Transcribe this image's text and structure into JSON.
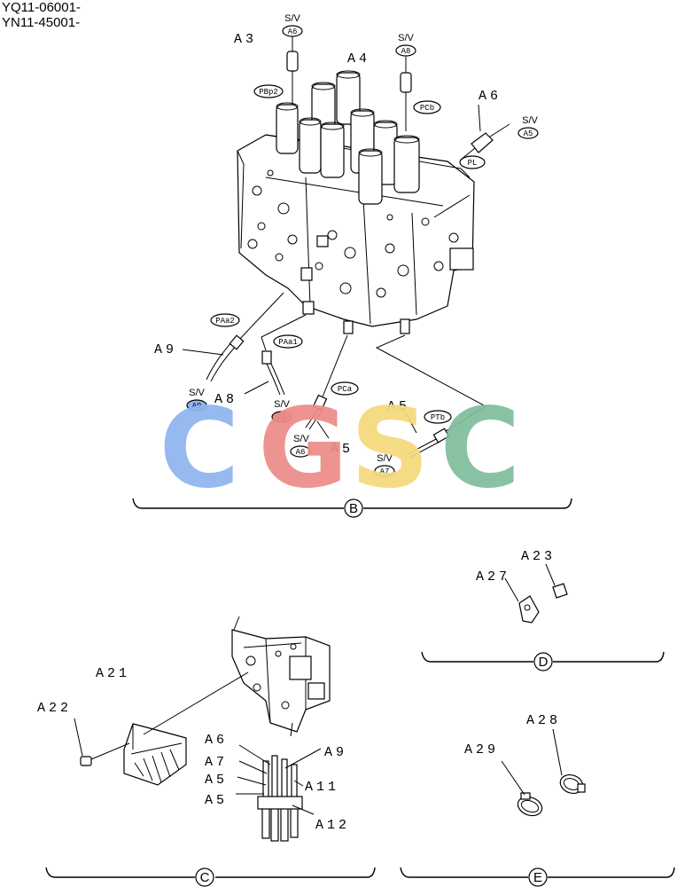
{
  "serials": [
    "YQ11-06001-",
    "YN11-45001-"
  ],
  "labels": {
    "a3": "A3",
    "a4": "A4",
    "a6": "A6",
    "a9": "A9",
    "a8": "A8",
    "a5_left": "A5",
    "a5_right": "A5",
    "a21": "A21",
    "a22": "A22",
    "a23": "A23",
    "a27": "A27",
    "a28": "A28",
    "a29": "A29",
    "c_a6": "A6",
    "c_a7": "A7",
    "c_a5a": "A5",
    "c_a5b": "A5",
    "c_a9": "A9",
    "c_a11": "A11",
    "c_a12": "A12"
  },
  "ports": {
    "pbp2": "PBp2",
    "pcb": "PCb",
    "pl": "PL",
    "paa2": "PAa2",
    "paa1": "PAa1",
    "pca": "PCa",
    "ptb": "PTb"
  },
  "sv_text": "S/V",
  "sv_tags": {
    "a3": "A6",
    "a4": "A8",
    "a6": "A5",
    "a9": "A9",
    "a8": "P3",
    "a5_left": "A6",
    "a5_right": "A7"
  },
  "brackets": {
    "b": "B",
    "c": "C",
    "d": "D",
    "e": "E"
  },
  "watermark": {
    "letters": [
      "C",
      "G",
      "S",
      "C"
    ],
    "colors": [
      "#8fb4ee",
      "#ec8c88",
      "#f6d97c",
      "#7fbe9b"
    ]
  },
  "colors": {
    "sv_a9_fill": "#8fb4ee",
    "sv_p3_fill": "#ec8c88"
  }
}
